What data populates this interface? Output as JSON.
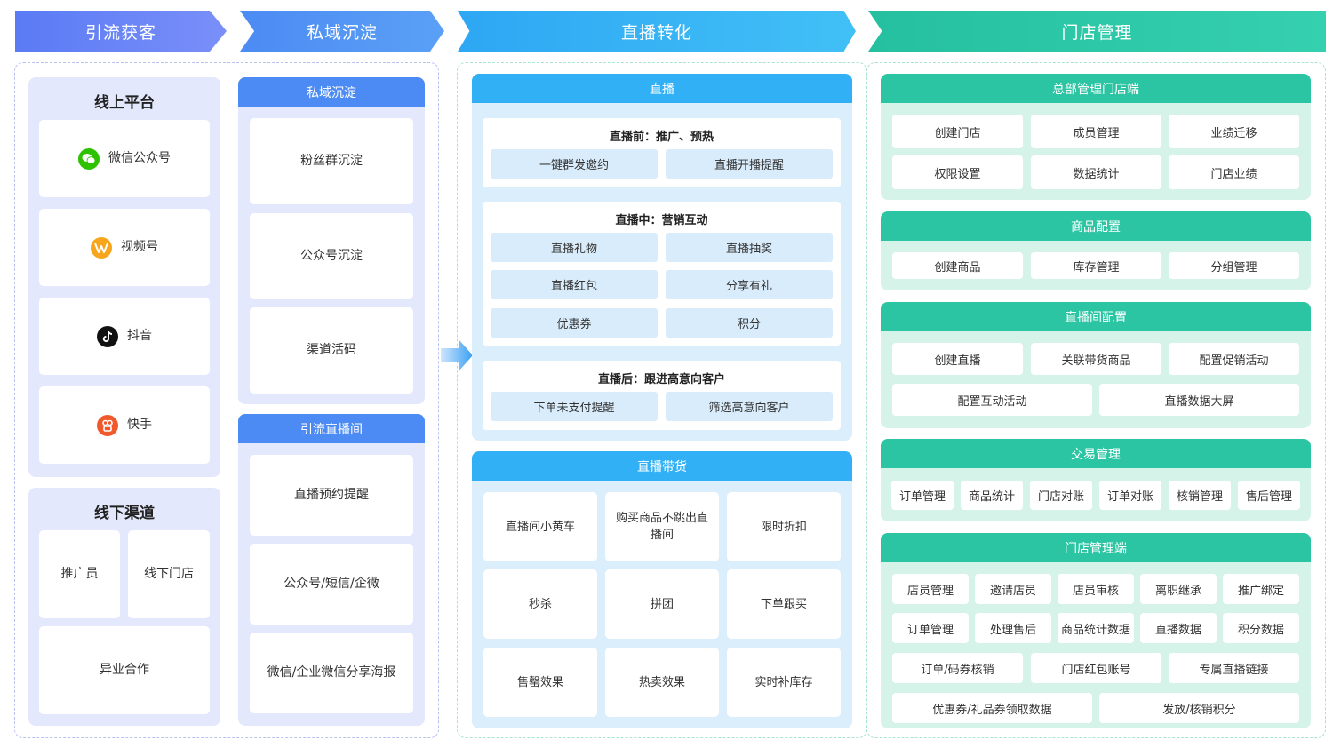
{
  "headers": {
    "h1": "引流获客",
    "h2": "私域沉淀",
    "h3": "直播转化",
    "h4": "门店管理"
  },
  "online": {
    "title": "线上平台",
    "items": [
      "微信公众号",
      "视频号",
      "抖音",
      "快手"
    ]
  },
  "offline": {
    "title": "线下渠道",
    "items": [
      "推广员",
      "线下门店",
      "异业合作"
    ]
  },
  "private": {
    "title": "私域沉淀",
    "items": [
      "粉丝群沉淀",
      "公众号沉淀",
      "渠道活码"
    ]
  },
  "guide": {
    "title": "引流直播间",
    "items": [
      "直播预约提醒",
      "公众号/短信/企微",
      "微信/企业微信分享海报"
    ]
  },
  "live": {
    "title": "直播",
    "before": {
      "title": "直播前：推广、预热",
      "items": [
        "一键群发邀约",
        "直播开播提醒"
      ]
    },
    "during": {
      "title": "直播中：营销互动",
      "items": [
        "直播礼物",
        "直播抽奖",
        "直播红包",
        "分享有礼",
        "优惠券",
        "积分"
      ]
    },
    "after": {
      "title": "直播后：跟进高意向客户",
      "items": [
        "下单未支付提醒",
        "筛选高意向客户"
      ]
    }
  },
  "sales": {
    "title": "直播带货",
    "items": [
      "直播间小黄车",
      "购买商品不跳出直播间",
      "限时折扣",
      "秒杀",
      "拼团",
      "下单跟买",
      "售罄效果",
      "热卖效果",
      "实时补库存"
    ]
  },
  "hq": {
    "title": "总部管理门店端",
    "items": [
      "创建门店",
      "成员管理",
      "业绩迁移",
      "权限设置",
      "数据统计",
      "门店业绩"
    ]
  },
  "goods": {
    "title": "商品配置",
    "items": [
      "创建商品",
      "库存管理",
      "分组管理"
    ]
  },
  "room": {
    "title": "直播间配置",
    "items": [
      "创建直播",
      "关联带货商品",
      "配置促销活动",
      "配置互动活动",
      "直播数据大屏"
    ]
  },
  "trade": {
    "title": "交易管理",
    "items": [
      "订单管理",
      "商品统计",
      "门店对账",
      "订单对账",
      "核销管理",
      "售后管理"
    ]
  },
  "store": {
    "title": "门店管理端",
    "items": [
      "店员管理",
      "邀请店员",
      "店员审核",
      "离职继承",
      "推广绑定",
      "订单管理",
      "处理售后",
      "商品统计数据",
      "直播数据",
      "积分数据",
      "订单/码券核销",
      "门店红包账号",
      "专属直播链接",
      "优惠券/礼品券领取数据",
      "发放/核销积分"
    ]
  },
  "colors": {
    "blue": "#6e87f7",
    "sky": "#35b5f5",
    "teal": "#2ec9a7"
  }
}
